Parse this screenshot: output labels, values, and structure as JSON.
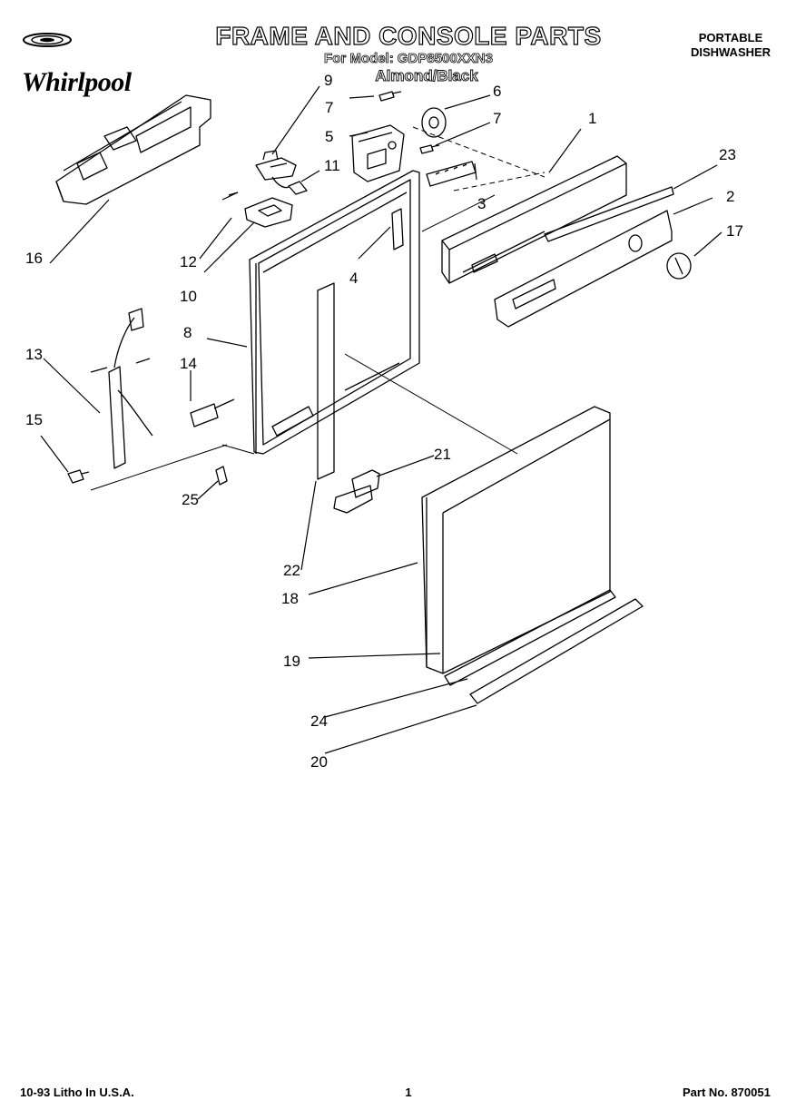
{
  "header": {
    "title": "FRAME AND CONSOLE PARTS",
    "model": "For Model: GDP8500XXN3",
    "color": "Almond/Black",
    "category_line1": "PORTABLE",
    "category_line2": "DISHWASHER",
    "brand": "Whirlpool"
  },
  "callouts": [
    "1",
    "2",
    "3",
    "4",
    "5",
    "6",
    "7",
    "7",
    "8",
    "9",
    "10",
    "11",
    "12",
    "13",
    "14",
    "15",
    "16",
    "17",
    "18",
    "19",
    "20",
    "21",
    "22",
    "23",
    "24",
    "25"
  ],
  "footer": {
    "left": "10-93 Litho In U.S.A.",
    "page": "1",
    "part_no": "Part No. 870051"
  },
  "colors": {
    "ink": "#000000",
    "paper": "#ffffff"
  }
}
